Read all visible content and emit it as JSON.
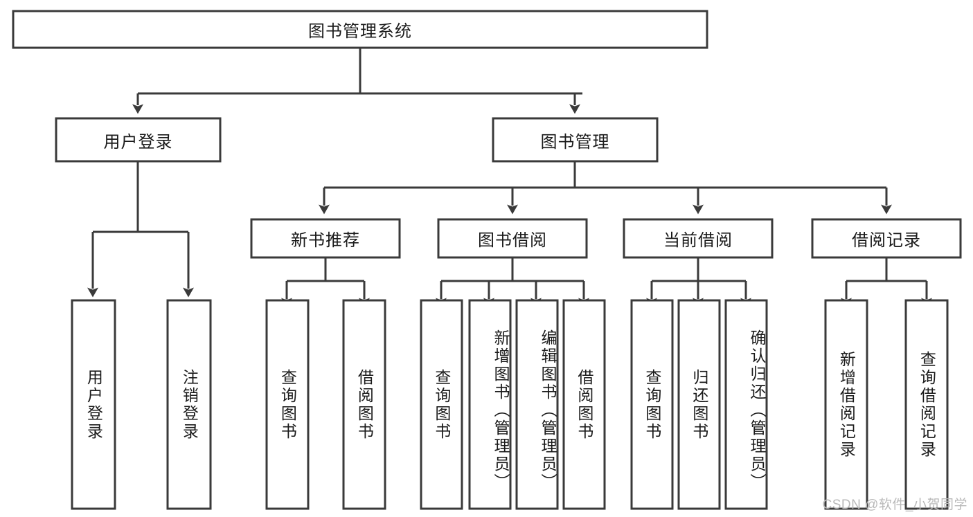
{
  "diagram": {
    "title": "图书管理系统",
    "type": "tree-hierarchy-chart",
    "root": {
      "label": "图书管理系统"
    },
    "level2": [
      {
        "label": "用户登录"
      },
      {
        "label": "图书管理"
      }
    ],
    "level3": [
      {
        "label": "新书推荐"
      },
      {
        "label": "图书借阅"
      },
      {
        "label": "当前借阅"
      },
      {
        "label": "借阅记录"
      }
    ],
    "leaves_user_login": [
      {
        "label": "用户登录"
      },
      {
        "label": "注销登录"
      }
    ],
    "leaves_new_book": [
      {
        "label": "查询图书"
      },
      {
        "label": "借阅图书"
      }
    ],
    "leaves_book_borrow": [
      {
        "label": "查询图书"
      },
      {
        "label": "新增图书（管理员）"
      },
      {
        "label": "编辑图书（管理员）"
      },
      {
        "label": "借阅图书"
      }
    ],
    "leaves_current_borrow": [
      {
        "label": "查询图书"
      },
      {
        "label": "归还图书"
      },
      {
        "label": "确认归还（管理员）"
      }
    ],
    "leaves_borrow_record": [
      {
        "label": "新增借阅记录"
      },
      {
        "label": "查询借阅记录"
      }
    ],
    "colors": {
      "stroke": "#3a3a3a",
      "fill": "#ffffff",
      "text": "#1a1a1a",
      "watermark": "#b9b9b9",
      "background": "#ffffff"
    }
  },
  "watermark": {
    "text": "CSDN @软件_小贺同学"
  }
}
